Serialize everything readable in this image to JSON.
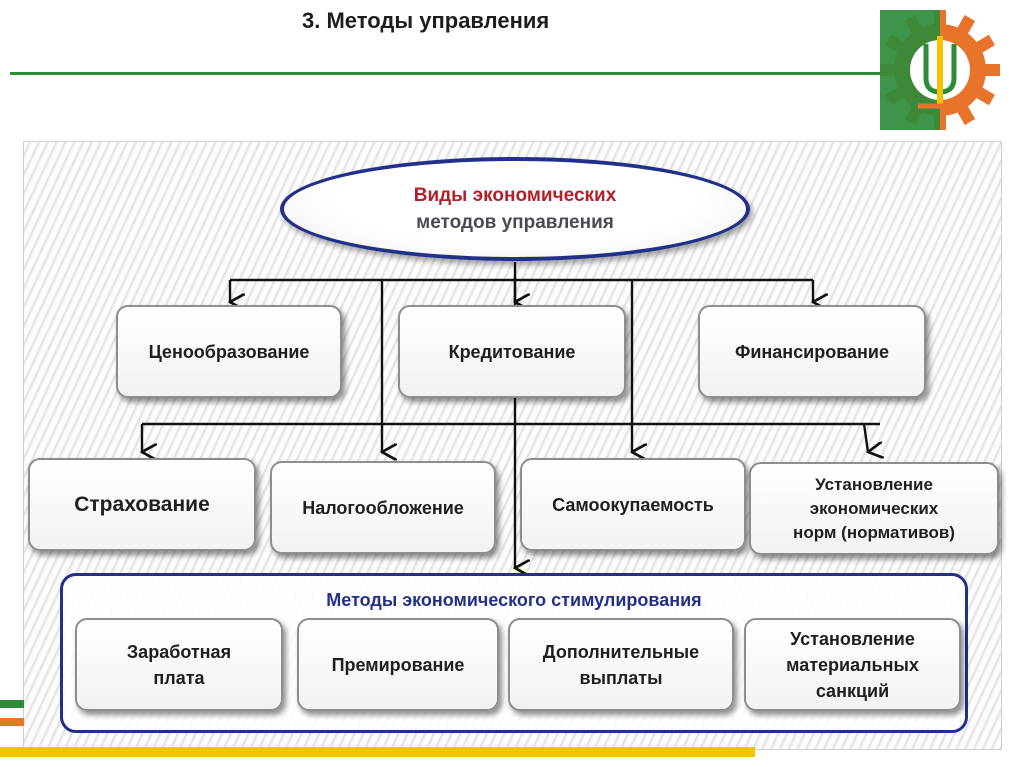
{
  "slide": {
    "title": "3. Методы управления"
  },
  "colors": {
    "accent_green": "#2e8b3a",
    "accent_orange": "#e8732a",
    "accent_yellow": "#f5c400",
    "diagram_blue": "#22308a"
  },
  "diagram": {
    "root": {
      "line1": "Виды экономических",
      "line2": "методов управления"
    },
    "level1": [
      "Ценообразование",
      "Кредитование",
      "Финансирование"
    ],
    "level2": [
      "Страхование",
      "Налогообложение",
      "Самоокупаемость",
      "Установление\nэкономических\nнорм (нормативов)"
    ],
    "stimulation": {
      "title": "Методы экономического стимулирования",
      "items": [
        "Заработная\nплата",
        "Премирование",
        "Дополнительные\nвыплаты",
        "Установление\nматериальных\nсанкций"
      ]
    }
  }
}
